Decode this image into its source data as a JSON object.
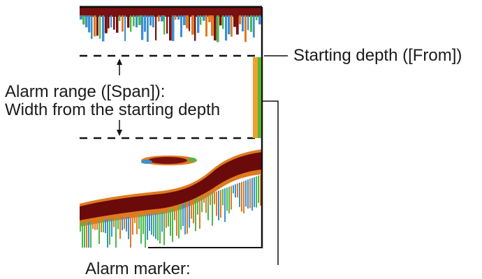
{
  "labels": {
    "starting_depth": "Starting depth ([From])",
    "alarm_range_line1": "Alarm range ([Span]):",
    "alarm_range_line2": "Width from the starting depth",
    "alarm_marker": "Alarm marker:"
  },
  "colors": {
    "surface_echo": "#7a1010",
    "bottom_echo": "#6b0a0a",
    "fish_echo": "#7a1010",
    "noise_blue": "#3a8fd0",
    "noise_green": "#4ab84a",
    "noise_orange": "#e07a20",
    "marker_orange": "#f0a030",
    "marker_green": "#58b82c",
    "frame": "#111111"
  }
}
